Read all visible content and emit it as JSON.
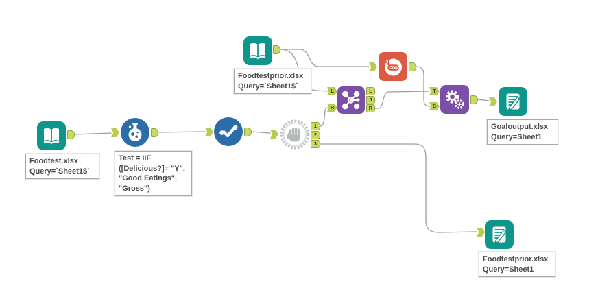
{
  "workflow": {
    "colors": {
      "teal": "#0f968c",
      "blue": "#2b6ca9",
      "purple": "#7a4fa5",
      "orange": "#dc5a41",
      "anchor_green": "#cbdb62",
      "anchor_border": "#8ea43e",
      "wire_gray": "#9e9e9e",
      "annotation_text": "#4b4b4b"
    },
    "tools": {
      "input_foodtest": {
        "icon": "open-book-icon",
        "annotation": "Foodtest.xlsx\nQuery=`Sheet1$`"
      },
      "formula": {
        "icon": "flask-icon",
        "annotation": "Test = IIF\n([Delicious?]= \"Y\",\n\"Good Eatings\",\n\"Gross\")"
      },
      "select": {
        "icon": "checkmark-dots-icon"
      },
      "hand_macro": {
        "icon": "hand-gear-icon",
        "output_labels": [
          "1",
          "2",
          "3"
        ]
      },
      "input_foodtestprior": {
        "icon": "open-book-icon",
        "annotation": "Foodtestprior.xlsx\nQuery=`Sheet1$`"
      },
      "join": {
        "icon": "join-nodes-icon",
        "input_labels": [
          "L",
          "R"
        ],
        "output_labels": [
          "L",
          "J",
          "R"
        ]
      },
      "count_records": {
        "icon": "tilted-flask-icon"
      },
      "append_fields": {
        "icon": "gears-icon",
        "input_labels": [
          "T",
          "S"
        ]
      },
      "output_goaloutput": {
        "icon": "sheet-pencil-icon",
        "annotation": "Goaloutput.xlsx\nQuery=Sheet1"
      },
      "output_foodtestprior": {
        "icon": "sheet-pencil-icon",
        "annotation": "Foodtestprior.xlsx\nQuery=Sheet1"
      }
    }
  }
}
